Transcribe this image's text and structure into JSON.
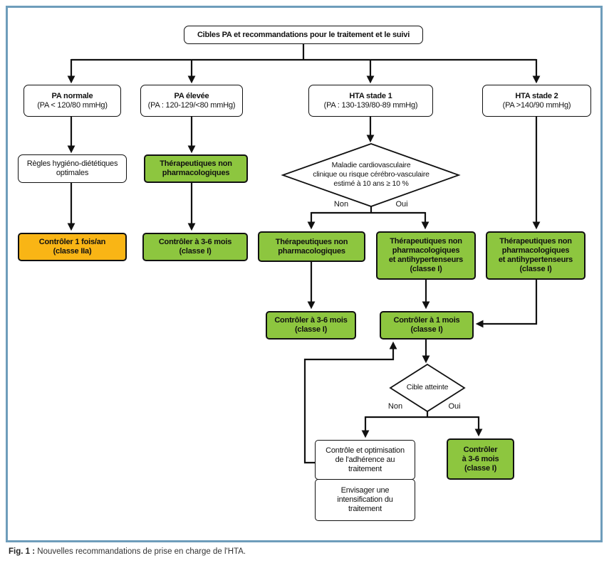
{
  "colors": {
    "green": "#8dc63f",
    "orange": "#f9b515",
    "frame": "#6e9dbb",
    "line": "#111111",
    "text": "#111111"
  },
  "caption": {
    "label": "Fig. 1 :",
    "text": " Nouvelles recommandations de prise en charge de l'HTA."
  },
  "labels": {
    "non1": "Non",
    "oui1": "Oui",
    "non2": "Non",
    "oui2": "Oui"
  },
  "nodes": {
    "title": {
      "lines": [
        "Cibles PA et recommandations pour le traitement et le suivi"
      ]
    },
    "pa_normale": {
      "lines": [
        "PA normale",
        "(PA < 120/80 mmHg)"
      ]
    },
    "pa_elevee": {
      "lines": [
        "PA élevée",
        "(PA : 120-129/<80 mmHg)"
      ]
    },
    "hta_stade1": {
      "lines": [
        "HTA stade 1",
        "(PA : 130-139/80-89 mmHg)"
      ]
    },
    "hta_stade2": {
      "lines": [
        "HTA stade 2",
        "(PA >140/90 mmHg)"
      ]
    },
    "regles": {
      "lines": [
        "Règles hygiéno-diététiques",
        "optimales"
      ]
    },
    "tnp_col2": {
      "lines": [
        "Thérapeutiques non",
        "pharmacologiques"
      ]
    },
    "risque": {
      "lines": [
        "Maladie cardiovasculaire",
        "clinique ou risque cérébro-vasculaire",
        "estimé à 10 ans ≥ 10 %"
      ]
    },
    "ctrl_1fois_an": {
      "lines": [
        "Contrôler 1 fois/an",
        "(classe IIa)"
      ]
    },
    "ctrl_36_col2": {
      "lines": [
        "Contrôler à 3-6 mois",
        "(classe I)"
      ]
    },
    "tnp_non": {
      "lines": [
        "Thérapeutiques non",
        "pharmacologiques"
      ]
    },
    "tnp_ah_oui": {
      "lines": [
        "Thérapeutiques non",
        "pharmacologiques",
        "et antihypertenseurs",
        "(classe I)"
      ]
    },
    "tnp_ah_col4": {
      "lines": [
        "Thérapeutiques non",
        "pharmacologiques",
        "et antihypertenseurs",
        "(classe I)"
      ]
    },
    "ctrl_36_non": {
      "lines": [
        "Contrôler à 3-6 mois",
        "(classe I)"
      ]
    },
    "ctrl_1mois": {
      "lines": [
        "Contrôler à 1 mois",
        "(classe I)"
      ]
    },
    "cible": {
      "lines": [
        "Cible atteinte"
      ]
    },
    "adherence": {
      "lines": [
        "Contrôle et optimisation",
        "de l'adhérence au",
        "traitement"
      ]
    },
    "intensification": {
      "lines": [
        "Envisager une",
        "intensification du",
        "traitement"
      ]
    },
    "ctrl_36_oui": {
      "lines": [
        "Contrôler",
        "à 3-6 mois",
        "(classe I)"
      ]
    }
  }
}
